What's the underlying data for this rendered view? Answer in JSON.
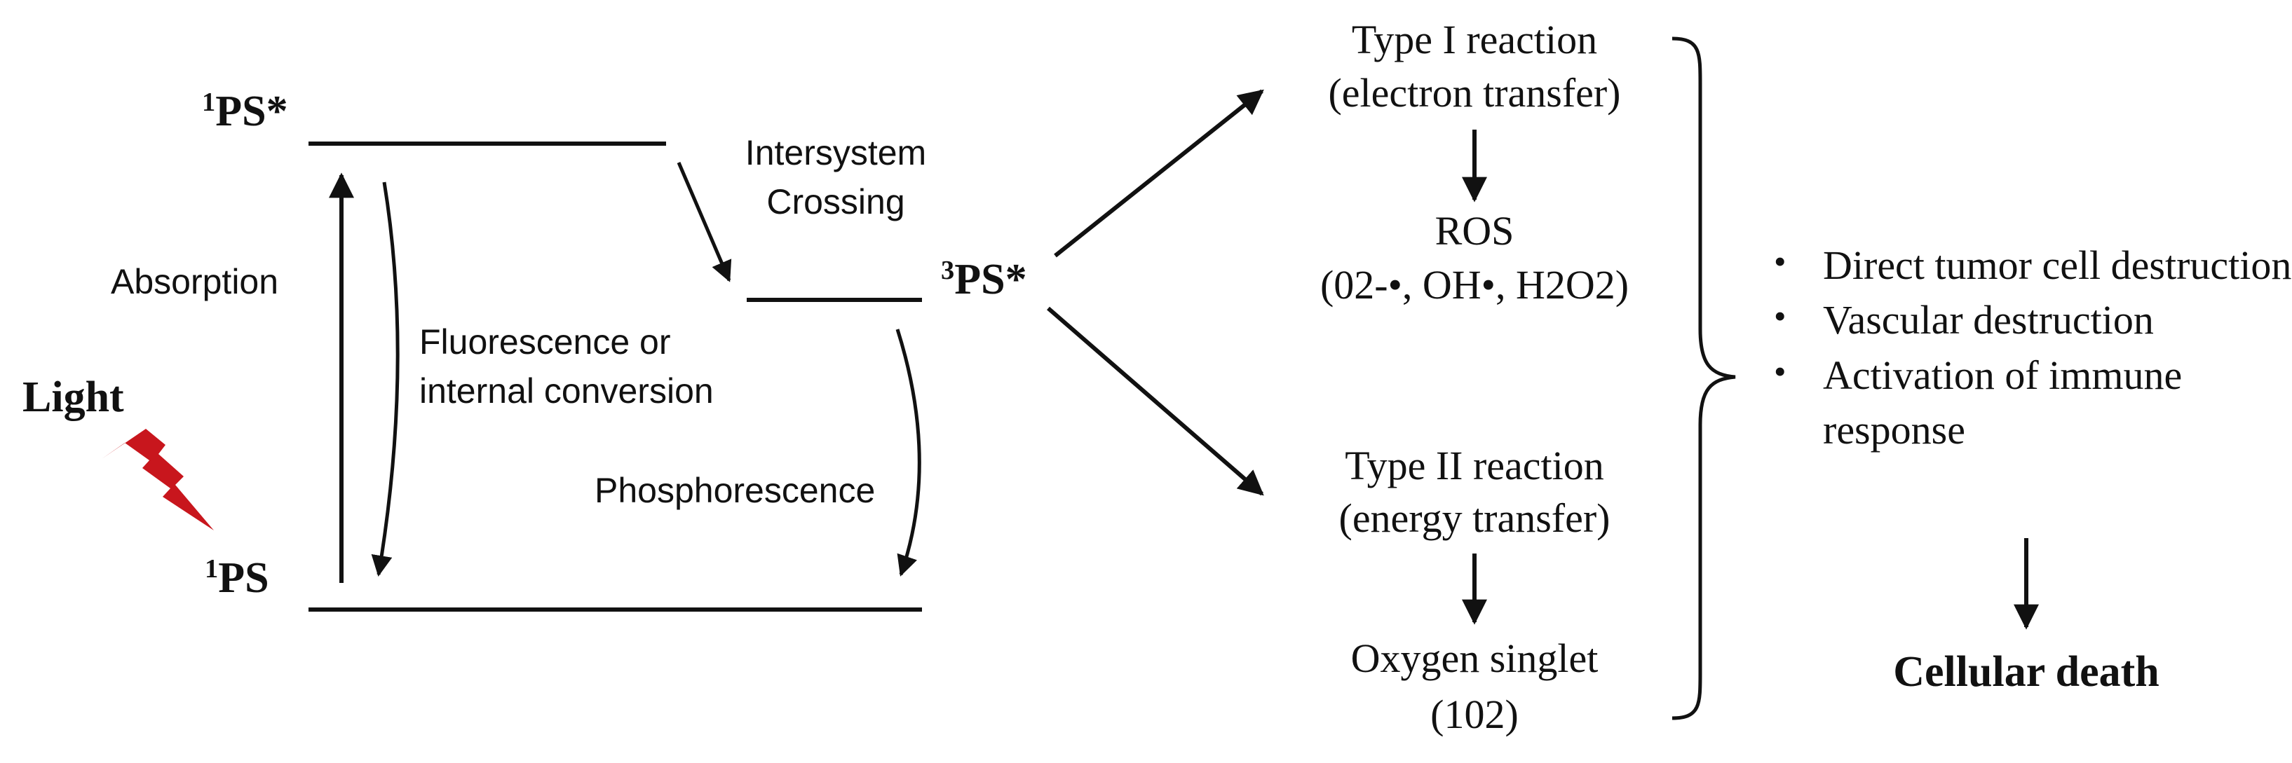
{
  "states": {
    "singlet_excited": "PS*",
    "singlet_excited_sup": "1",
    "triplet_excited": "PS*",
    "triplet_excited_sup": "3",
    "ground": "PS",
    "ground_sup": "1"
  },
  "light_label": "Light",
  "transitions": {
    "absorption": "Absorption",
    "intersystem_line1": "Intersystem",
    "intersystem_line2": "Crossing",
    "fluorescence_line1": "Fluorescence or",
    "fluorescence_line2": "internal conversion",
    "phosphorescence": "Phosphorescence"
  },
  "type1": {
    "title": "Type I reaction",
    "subtitle": "(electron transfer)",
    "product": "ROS",
    "species": "(02-•, OH•, H2O2)"
  },
  "type2": {
    "title": "Type II reaction",
    "subtitle": "(energy transfer)",
    "product": "Oxygen singlet",
    "species": "(102)"
  },
  "effects": [
    "Direct tumor cell destruction",
    "Vascular destruction",
    "Activation of immune response"
  ],
  "outcome": "Cellular death",
  "colors": {
    "ink": "#111111",
    "lightning": "#c8161d"
  }
}
